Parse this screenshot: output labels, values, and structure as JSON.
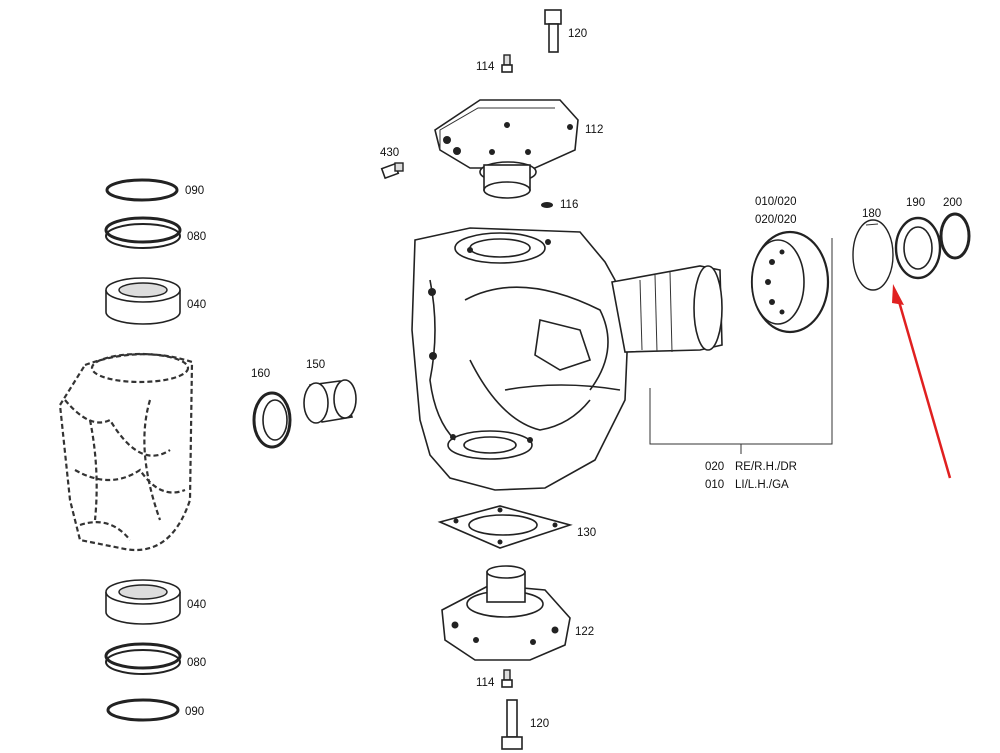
{
  "labels": {
    "l120_top": "120",
    "l114_top": "114",
    "l112": "112",
    "l430": "430",
    "l116": "116",
    "l090_top": "090",
    "l080_top": "080",
    "l040_top": "040",
    "l160": "160",
    "l150": "150",
    "l010_020": "010/020",
    "l020_020": "020/020",
    "l180": "180",
    "l190": "190",
    "l200": "200",
    "l130": "130",
    "l122": "122",
    "l040_bot": "040",
    "l080_bot": "080",
    "l090_bot": "090",
    "l114_bot": "114",
    "l120_bot": "120"
  },
  "legend": {
    "row1_code": "020",
    "row1_text": "RE/R.H./DR",
    "row2_code": "010",
    "row2_text": "LI/L.H./GA"
  },
  "annotation": {
    "arrow_color": "#e02020"
  }
}
